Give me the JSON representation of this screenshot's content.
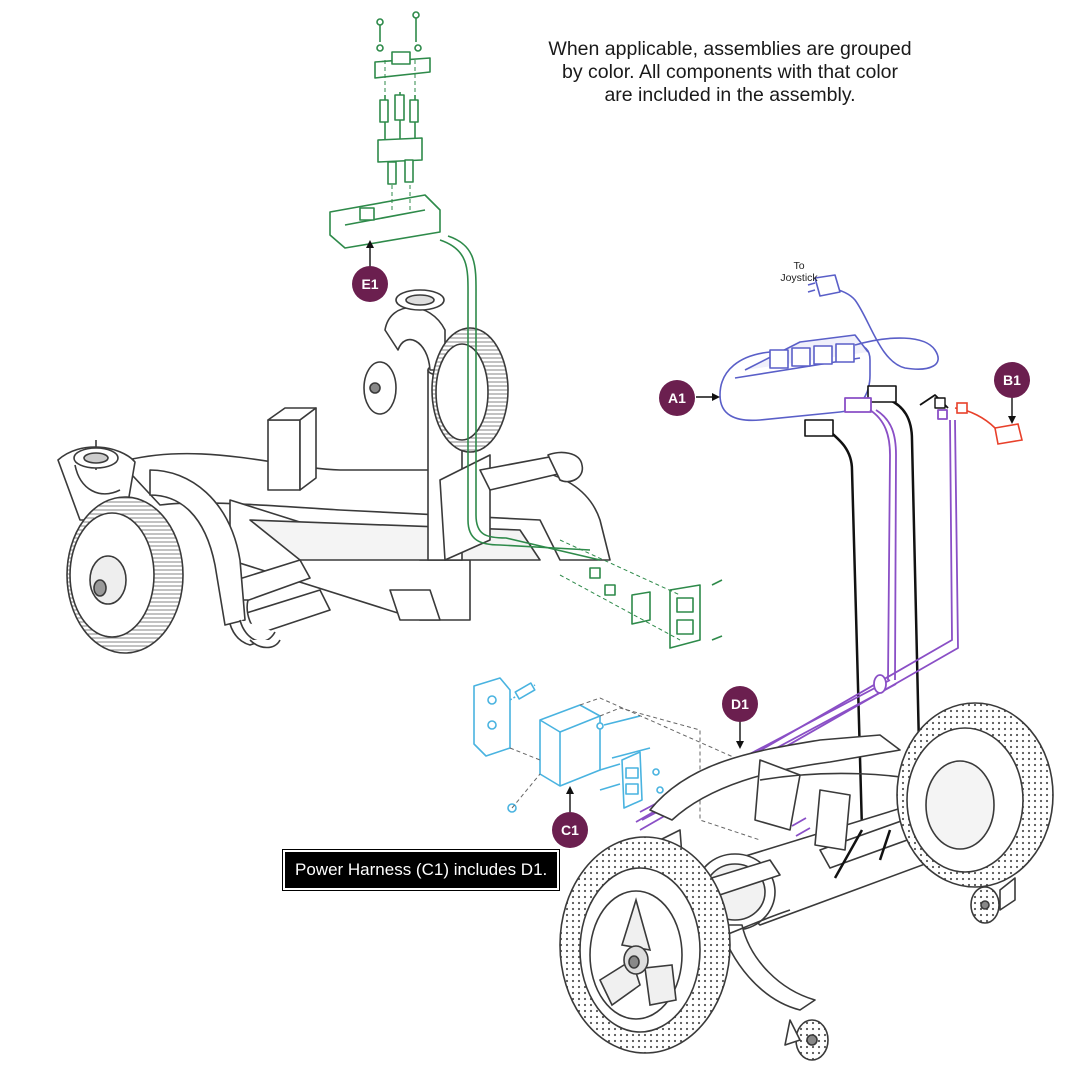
{
  "note_lines": [
    "When applicable, assemblies are grouped",
    "by color. All components with that color",
    "are included in the assembly."
  ],
  "callout_text": "Power Harness (C1) includes D1.",
  "joystick_label": [
    "To",
    "Joystick"
  ],
  "parts": {
    "a1": {
      "label": "A1",
      "color": "#5a5fc8"
    },
    "b1": {
      "label": "B1",
      "color": "#e8402a"
    },
    "c1": {
      "label": "C1",
      "color": "#49b3e0"
    },
    "d1": {
      "label": "D1",
      "color": "#8a4fc6"
    },
    "e1": {
      "label": "E1",
      "color": "#2e8a4a"
    }
  },
  "colors": {
    "badge": "#6b1f4f",
    "outline": "#3a3a3a",
    "harness_black": "#111111"
  }
}
